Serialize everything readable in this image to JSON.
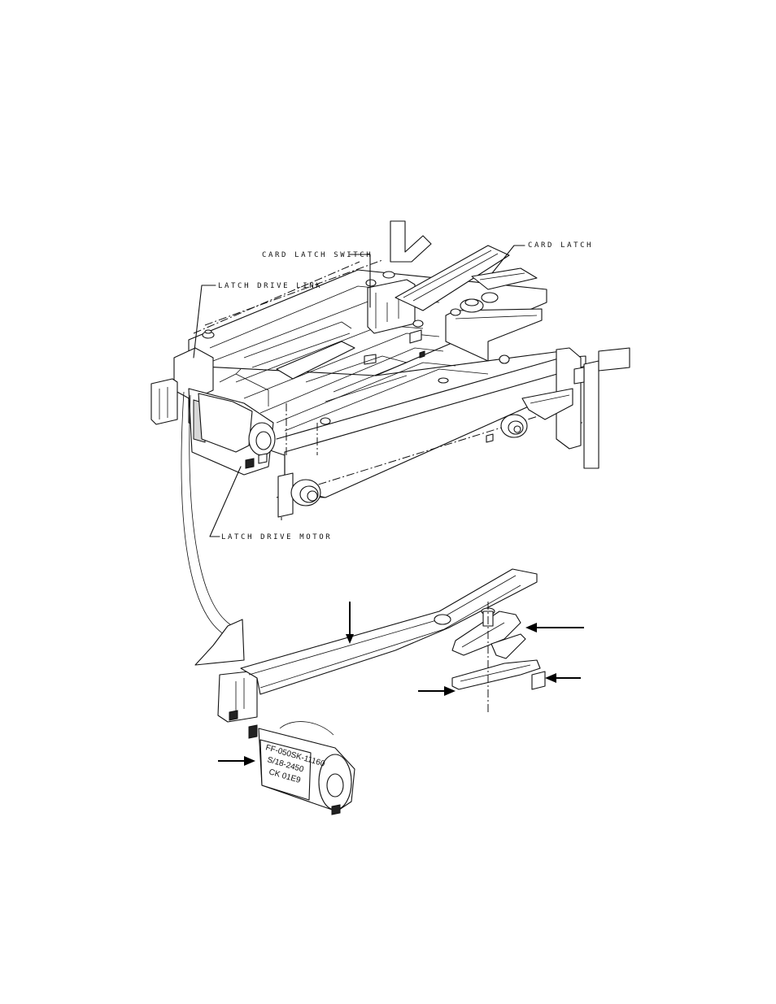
{
  "labels": {
    "card_latch_switch": "CARD LATCH SWITCH",
    "card_latch": "CARD LATCH",
    "latch_drive_link": "LATCH DRIVE LINK",
    "latch_drive_motor": "LATCH DRIVE MOTOR"
  },
  "motor_marking": {
    "line1": "FF-050SK-11160",
    "line2": "S/18-2450",
    "line3": "CK 01E9"
  }
}
